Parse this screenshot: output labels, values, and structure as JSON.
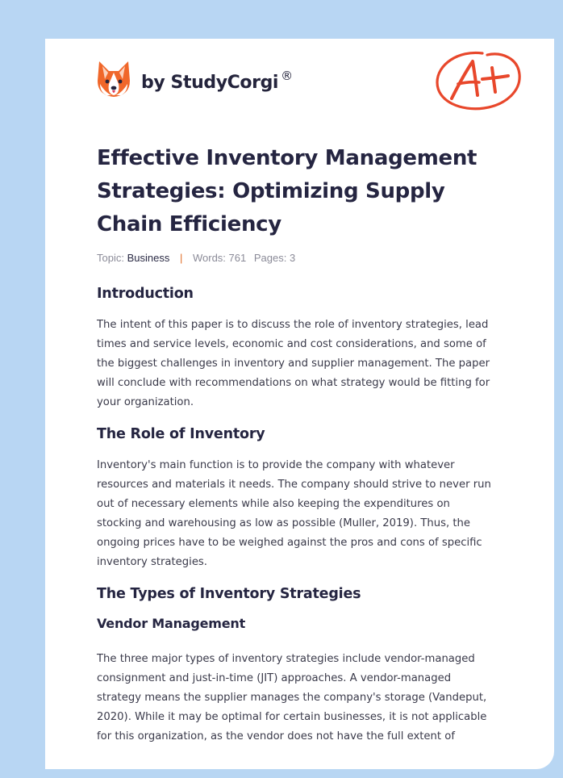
{
  "brand": {
    "name": "by StudyCorgi",
    "reg": "®"
  },
  "grade_badge": {
    "icon": "a-plus-grade-icon"
  },
  "document": {
    "title": "Effective Inventory Management Strategies: Optimizing Supply Chain Efficiency",
    "meta": {
      "topic_label": "Topic:",
      "topic_value": "Business",
      "separator": "|",
      "words_label": "Words:",
      "words_value": "761",
      "pages_label": "Pages:",
      "pages_value": "3"
    },
    "sections": [
      {
        "heading": "Introduction",
        "text": "The intent of this paper is to discuss the role of inventory strategies, lead\ntimes and service levels, economic and cost considerations, and some of\nthe biggest challenges in inventory and supplier management. The paper\nwill conclude with recommendations on what strategy would be fitting for\nyour organization."
      },
      {
        "heading": "The Role of Inventory",
        "text": "Inventory's main function is to provide the company with whatever\nresources and materials it needs. The company should strive to never run\nout of necessary elements while also keeping the expenditures on\nstocking and warehousing as low as possible (Muller, 2019). Thus, the\nongoing prices have to be weighed against the pros and cons of specific\ninventory strategies."
      },
      {
        "heading": "The Types of Inventory Strategies",
        "subheading": "Vendor Management",
        "text": "The three major types of inventory strategies include vendor-managed\nconsignment and just-in-time (JIT) approaches. A vendor-managed\nstrategy means the supplier manages the company's storage (Vandeput,\n2020). While it may be optimal for certain businesses, it is not applicable\nfor this organization, as the vendor does not have the full extent of"
      }
    ]
  }
}
